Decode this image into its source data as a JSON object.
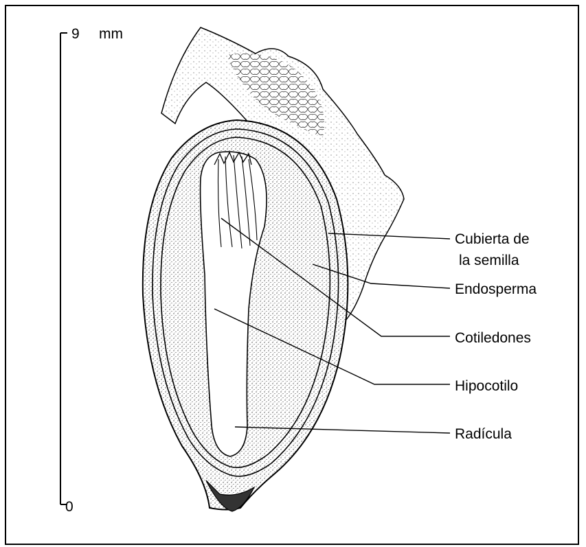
{
  "scale": {
    "top_value": "9",
    "unit": "mm",
    "bottom_value": "0"
  },
  "labels": {
    "seed_coat_line1": "Cubierta de",
    "seed_coat_line2": "la semilla",
    "endosperm": "Endosperma",
    "cotyledons": "Cotiledones",
    "hypocotyl": "Hipocotilo",
    "radicle": "Radícula"
  },
  "colors": {
    "ink": "#000000",
    "paper": "#ffffff",
    "endosperm_fill": "#e6e6e6",
    "coat_fill": "#efefef"
  }
}
